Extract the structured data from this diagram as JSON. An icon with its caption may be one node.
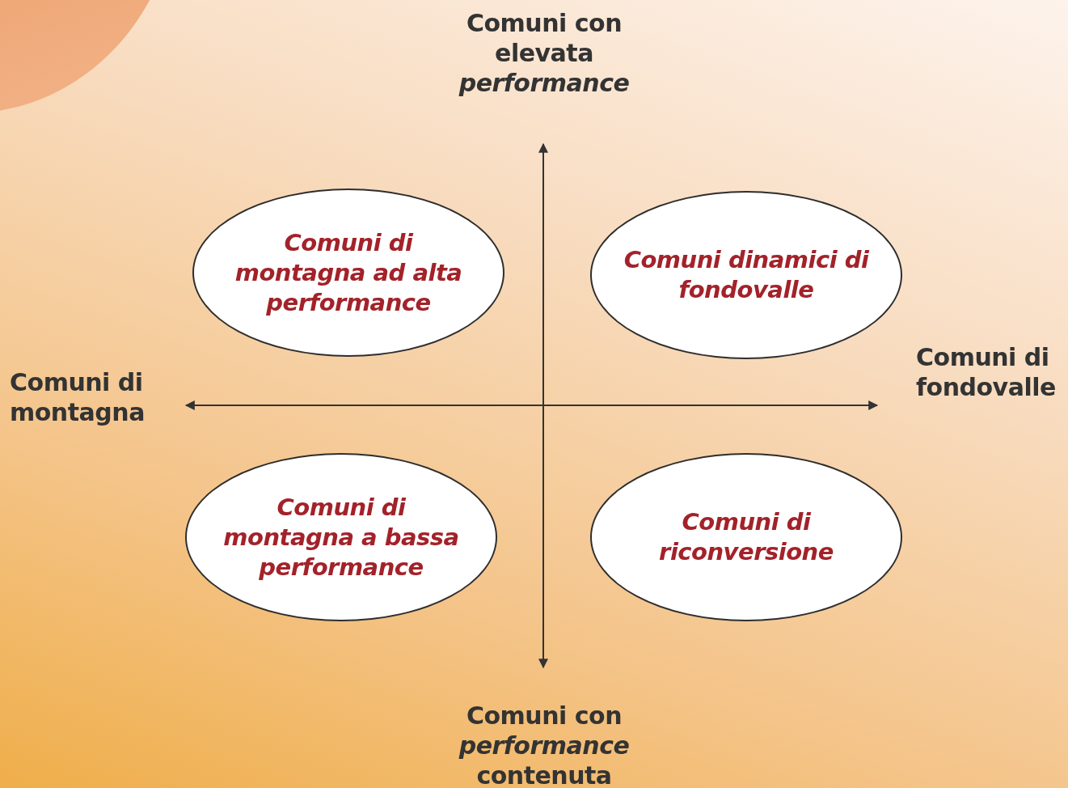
{
  "diagram": {
    "nodes": [
      {
        "text": [
          "Comuni di montagna ad alta performance"
        ]
      },
      {
        "text": [
          "Comuni dinamici di fondovalle"
        ]
      },
      {
        "text": [
          "Comuni di montagna a bassa performance"
        ]
      },
      {
        "text": [
          "Comuni di riconversione"
        ]
      }
    ],
    "labels": [
      "Comuni con elevata *performance*",
      "Comuni di fondovalle",
      "Comuni di montagna",
      "Comuni con *performance* contenuta"
    ]
  }
}
